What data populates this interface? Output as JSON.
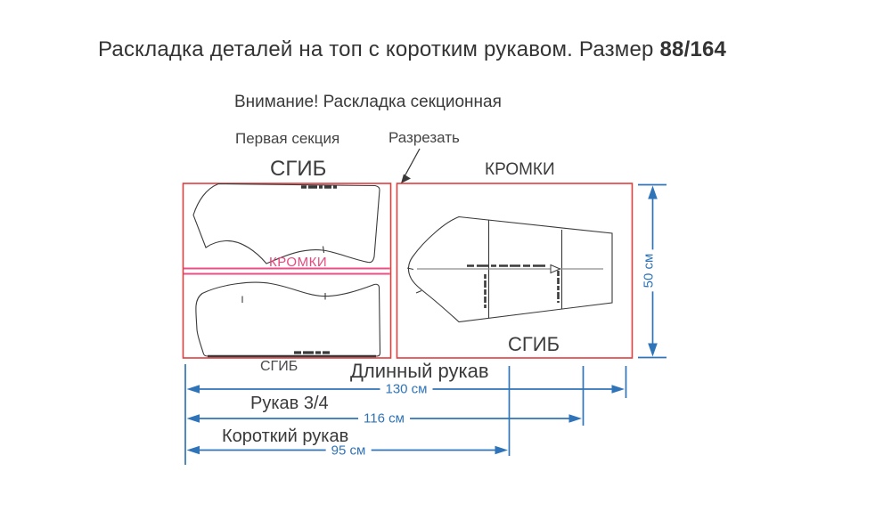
{
  "title": {
    "main": "Раскладка деталей на топ с коротким рукавом. Размер",
    "size_bold": "88/164"
  },
  "notes": {
    "attention": "Внимание! Раскладка секционная",
    "first_section": "Первая секция",
    "cut_here": "Разрезать"
  },
  "marker_labels": {
    "fold_top": "СГИБ",
    "selvage_top": "КРОМКИ",
    "selvage_middle": "КРОМКИ",
    "fold_sleeve": "СГИБ",
    "fold_bottom": "СГИБ"
  },
  "dimensions": {
    "fabric_height": {
      "label": "50 см",
      "value_cm": 50
    },
    "long_sleeve": {
      "name": "Длинный рукав",
      "label": "130 см",
      "value_cm": 130
    },
    "three_quarter_sleeve": {
      "name": "Рукав 3/4",
      "label": "116 см",
      "value_cm": 116
    },
    "short_sleeve": {
      "name": "Короткий рукав",
      "label": "95 см",
      "value_cm": 95
    }
  },
  "colors": {
    "dimension_blue": "#2f74b8",
    "layout_red": "#e23e3e",
    "selvage_pink": "#ec4d87",
    "outline_dark": "#3a3a3a"
  }
}
